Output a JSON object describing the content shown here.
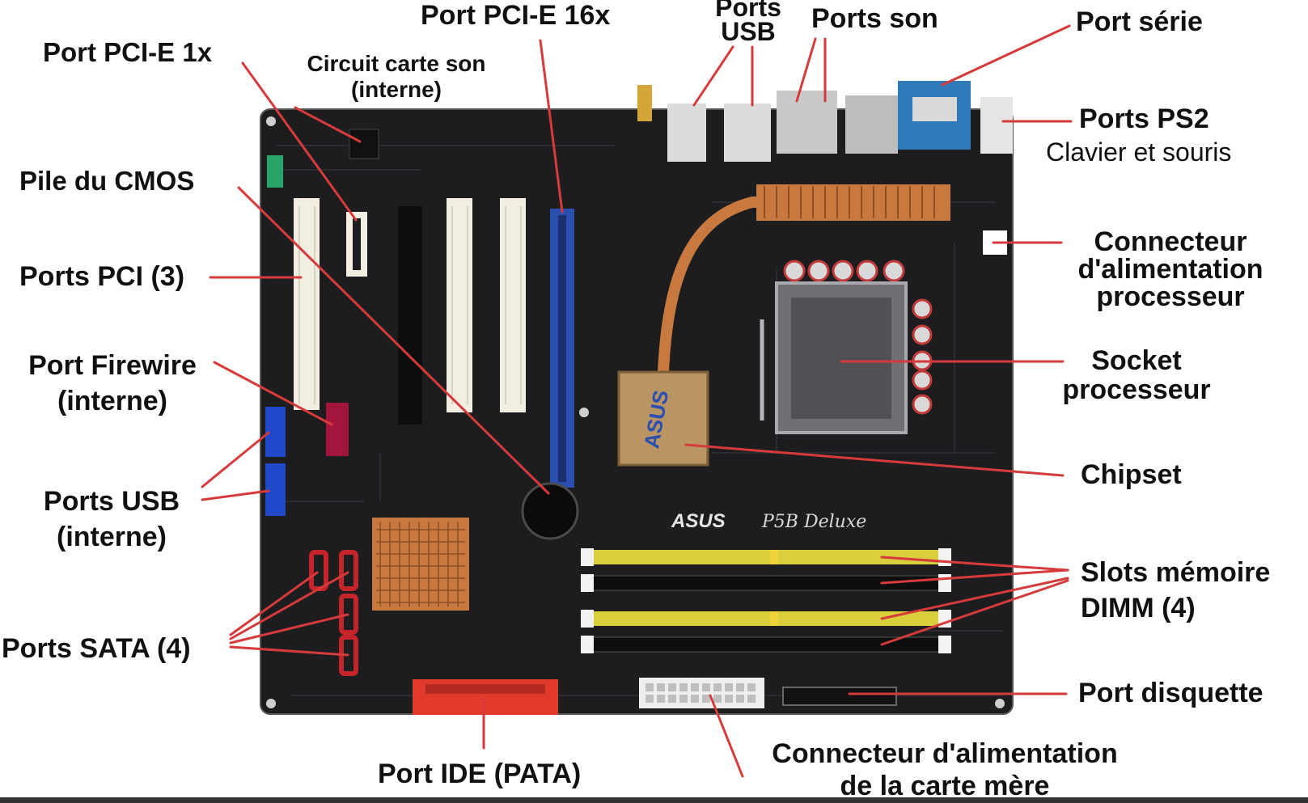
{
  "colors": {
    "board": "#1d1d1f",
    "pointer": "#d63a3a",
    "pci_slot": "#f2eee2",
    "pcie_slot": "#2a4fb0",
    "dimm_yellow": "#d8cf3a",
    "dimm_black": "#0e0e0e",
    "copper": "#c8793f",
    "chipset": "#b89562",
    "sata_red": "#c4242a",
    "usb_blue": "#1f49c8",
    "firewire": "#a3163b",
    "ide": "#e23a2c",
    "serial": "#2f79b9"
  },
  "board": {
    "brand": "ASUS",
    "model": "P5B Deluxe"
  },
  "labels": {
    "pcie16": "Port PCI-E 16x",
    "usb_ports": [
      "Ports",
      "USB"
    ],
    "sound_ports": "Ports son",
    "serial_port": "Port série",
    "pcie1": "Port PCI-E 1x",
    "sound_chip": [
      "Circuit carte son",
      "(interne)"
    ],
    "ps2": "Ports PS2",
    "ps2_sub": "Clavier et souris",
    "cmos": "Pile du CMOS",
    "cpu_power": [
      "Connecteur",
      "d'alimentation",
      "processeur"
    ],
    "pci": "Ports PCI (3)",
    "socket": [
      "Socket",
      "processeur"
    ],
    "firewire": [
      "Port Firewire",
      "(interne)"
    ],
    "chipset": "Chipset",
    "usb_internal": [
      "Ports USB",
      "(interne)"
    ],
    "memory": [
      "Slots mémoire",
      "DIMM (4)"
    ],
    "sata": "Ports SATA (4)",
    "floppy": "Port disquette",
    "ide": "Port IDE (PATA)",
    "board_power": [
      "Connecteur d'alimentation",
      "de la carte mère"
    ]
  }
}
